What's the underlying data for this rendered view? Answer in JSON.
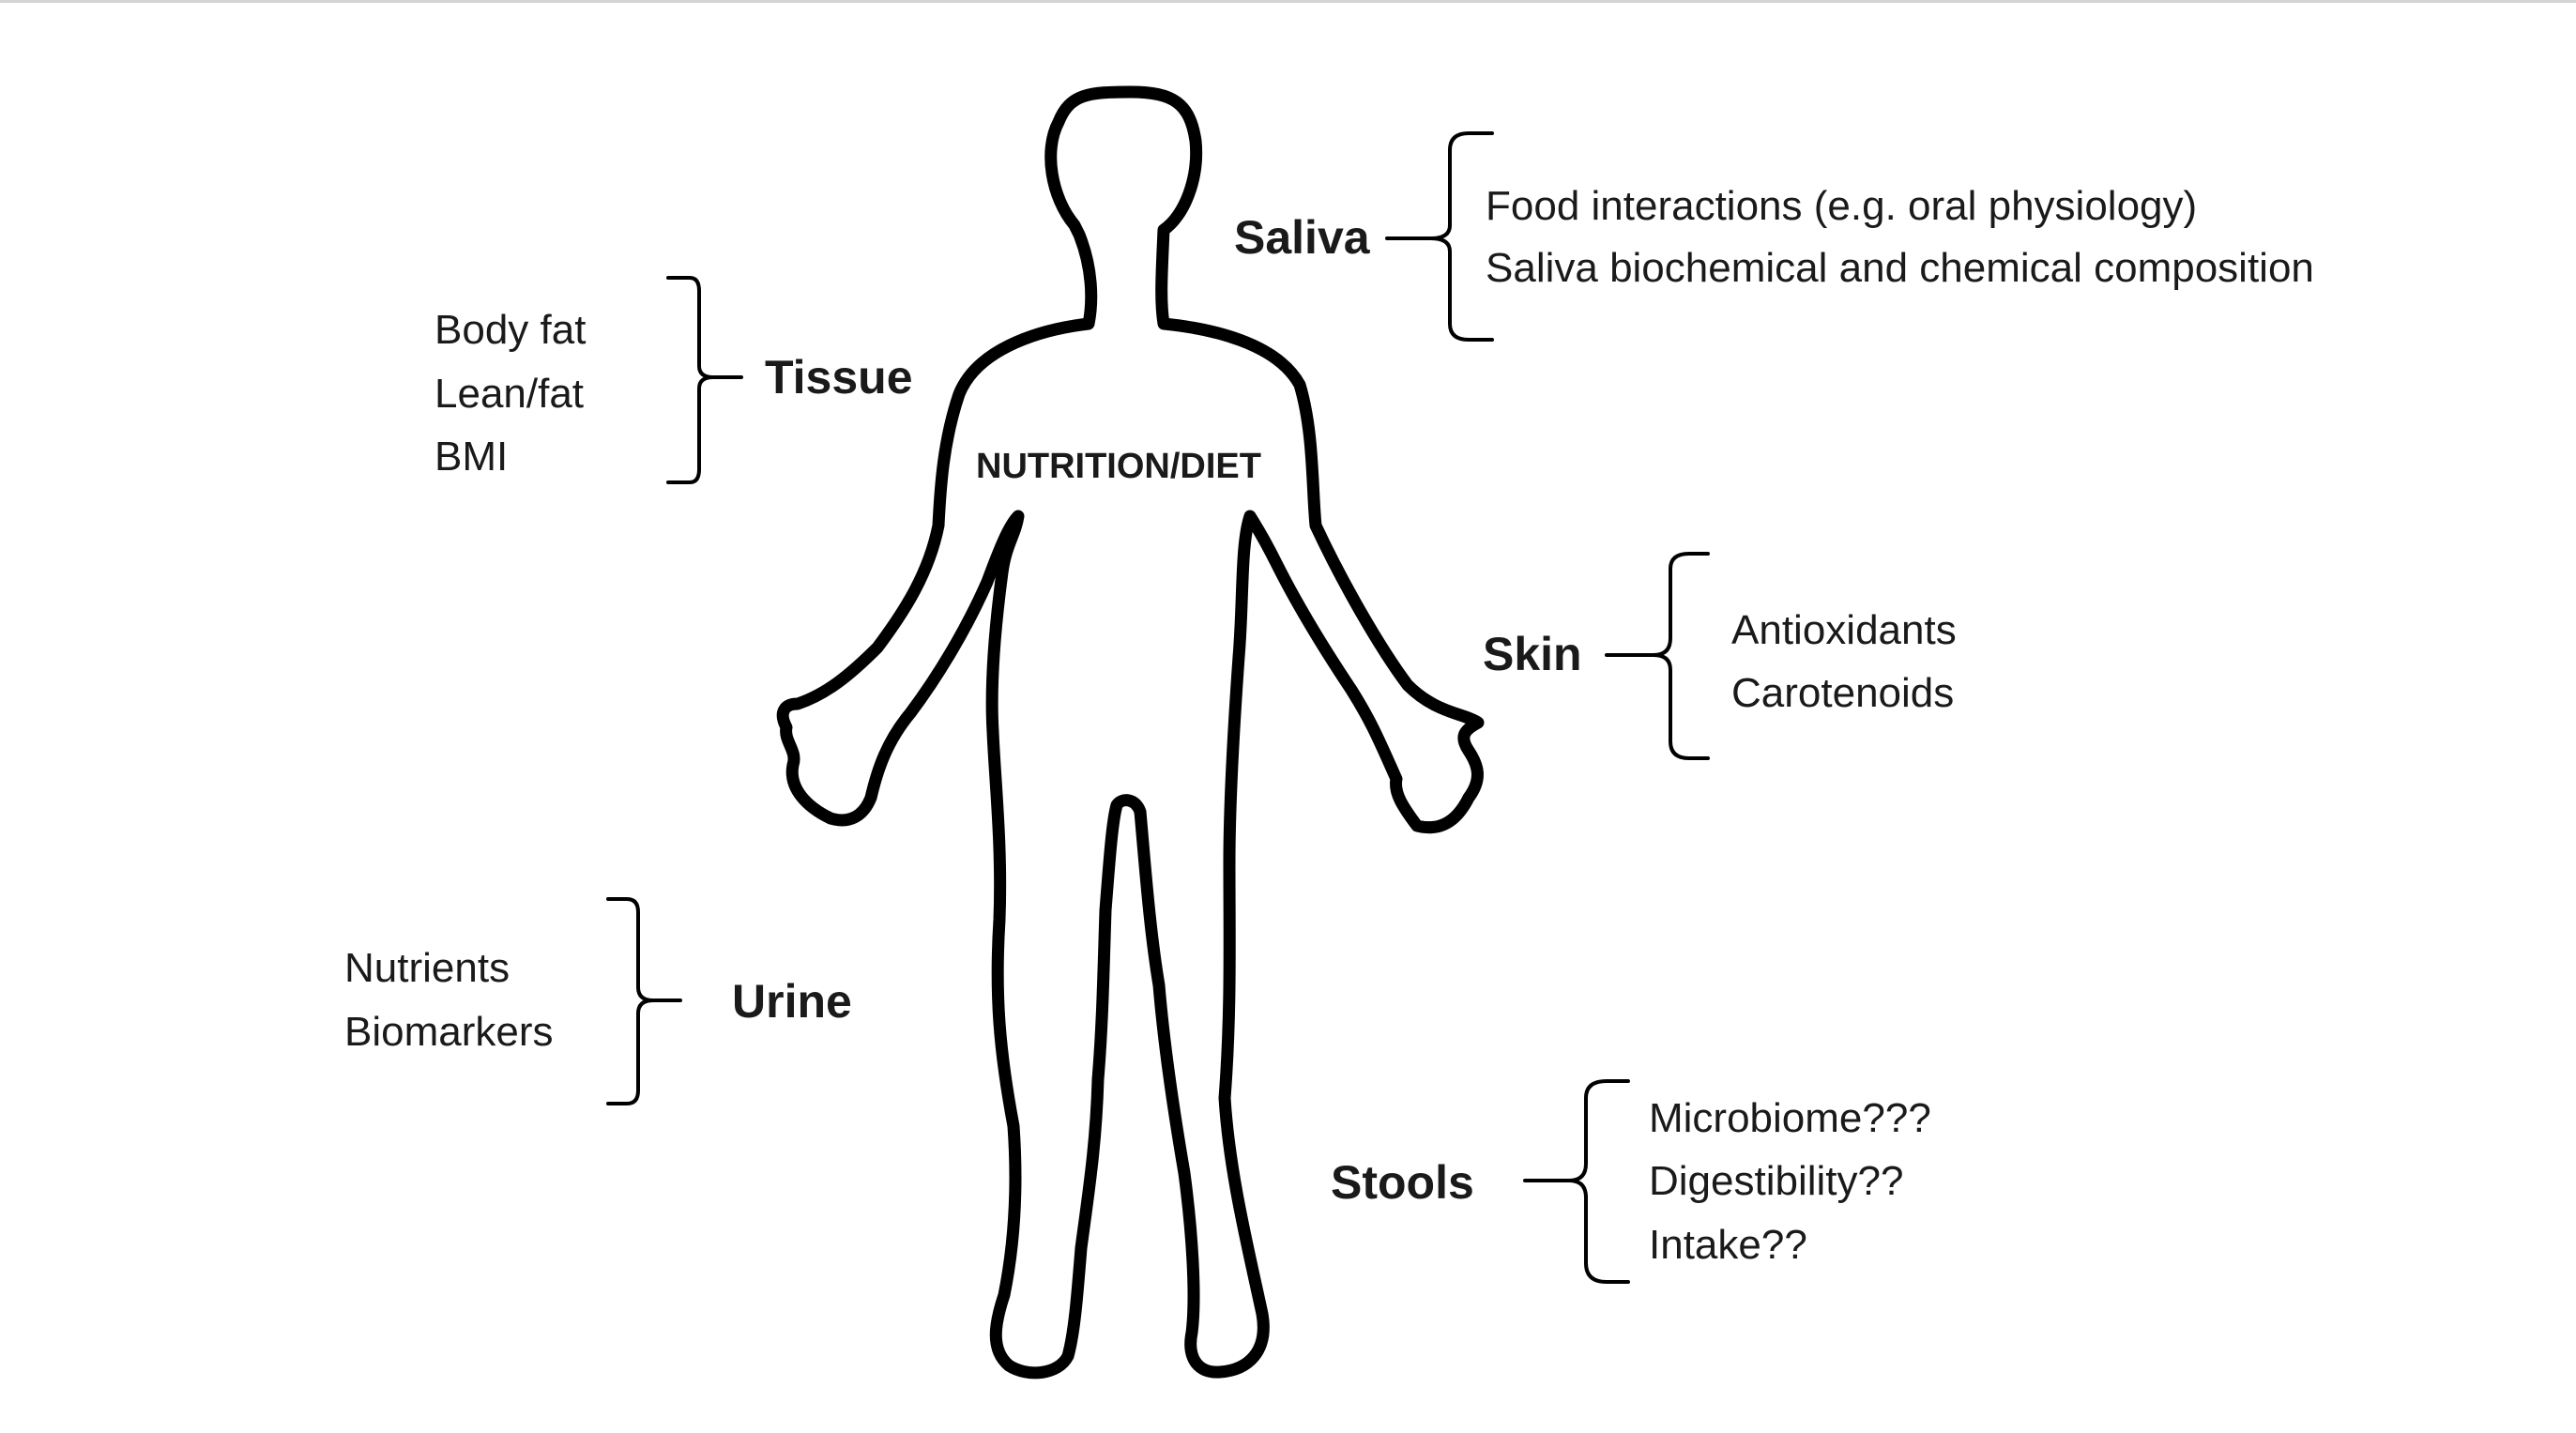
{
  "center_label": "NUTRITION/DIET",
  "groups": {
    "tissue": {
      "label": "Tissue",
      "items": [
        "Body fat",
        "Lean/fat",
        "BMI"
      ]
    },
    "saliva": {
      "label": "Saliva",
      "items": [
        "Food interactions (e.g. oral physiology)",
        "Saliva biochemical and chemical composition"
      ]
    },
    "skin": {
      "label": "Skin",
      "items": [
        "Antioxidants",
        "Carotenoids"
      ]
    },
    "urine": {
      "label": "Urine",
      "items": [
        "Nutrients",
        "Biomarkers"
      ]
    },
    "stools": {
      "label": "Stools",
      "items": [
        "Microbiome???",
        "Digestibility??",
        "Intake??"
      ]
    }
  }
}
